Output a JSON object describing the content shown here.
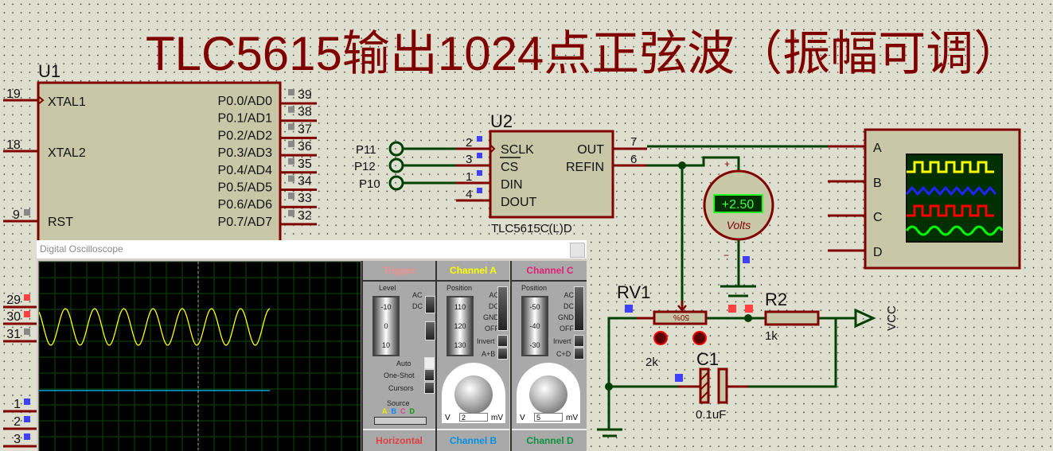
{
  "title": "TLC5615输出1024点正弦波（振幅可调）",
  "u1": {
    "ref": "U1",
    "left_pins": [
      {
        "num": "19",
        "name": "XTAL1"
      },
      {
        "num": "18",
        "name": "XTAL2"
      },
      {
        "num": "9",
        "name": "RST"
      }
    ],
    "right_pins": [
      {
        "num": "39",
        "name": "P0.0/AD0"
      },
      {
        "num": "38",
        "name": "P0.1/AD1"
      },
      {
        "num": "37",
        "name": "P0.2/AD2"
      },
      {
        "num": "36",
        "name": "P0.3/AD3"
      },
      {
        "num": "35",
        "name": "P0.4/AD4"
      },
      {
        "num": "34",
        "name": "P0.5/AD5"
      },
      {
        "num": "33",
        "name": "P0.6/AD6"
      },
      {
        "num": "32",
        "name": "P0.7/AD7"
      }
    ],
    "lower_pins": [
      "29",
      "30",
      "31",
      "1",
      "2",
      "3"
    ]
  },
  "u2": {
    "ref": "U2",
    "part": "TLC5615C(L)D",
    "left_pins": [
      {
        "num": "2",
        "name": "SCLK"
      },
      {
        "num": "3",
        "name": "CS"
      },
      {
        "num": "1",
        "name": "DIN"
      },
      {
        "num": "4",
        "name": "DOUT"
      }
    ],
    "right_pins": [
      {
        "num": "7",
        "name": "OUT"
      },
      {
        "num": "6",
        "name": "REFIN"
      }
    ],
    "terminals": [
      "P11",
      "P12",
      "P10"
    ]
  },
  "voltmeter": {
    "reading": "+2.50",
    "unit": "Volts",
    "plus": "+",
    "minus": "−"
  },
  "virtual_scope": {
    "channels": [
      "A",
      "B",
      "C",
      "D"
    ]
  },
  "rv1": {
    "ref": "RV1",
    "value": "2k",
    "position": "50%"
  },
  "r2": {
    "ref": "R2",
    "value": "1k"
  },
  "c1": {
    "ref": "C1",
    "value": "0.1uF"
  },
  "vcc": "VCC",
  "oscilloscope": {
    "window_title": "Digital Oscilloscope",
    "trigger": {
      "header": "Trigger",
      "level_label": "Level",
      "drum": [
        "-10",
        "0",
        "10"
      ],
      "ac": "AC",
      "dc": "DC",
      "auto": "Auto",
      "oneshot": "One-Shot",
      "cursors": "Cursors",
      "source_label": "Source",
      "sources": [
        "A",
        "B",
        "C",
        "D"
      ],
      "footer": "Horizontal"
    },
    "channel_a": {
      "header": "Channel A",
      "position_label": "Position",
      "drum": [
        "110",
        "120",
        "130"
      ],
      "modes": [
        "AC",
        "DC",
        "GND",
        "OFF"
      ],
      "invert": "Invert",
      "combine": "A+B",
      "scale_value": "2",
      "unit_v": "V",
      "unit_mv": "mV",
      "footer": "Channel B"
    },
    "channel_c": {
      "header": "Channel C",
      "position_label": "Position",
      "drum": [
        "-50",
        "-40",
        "-30"
      ],
      "modes": [
        "AC",
        "DC",
        "GND",
        "OFF"
      ],
      "invert": "Invert",
      "combine": "C+D",
      "scale_value": "5",
      "unit_v": "V",
      "unit_mv": "mV",
      "footer": "Channel D"
    }
  },
  "colors": {
    "wire": "#004000",
    "component": "#800000",
    "body": "#c8c8a8",
    "ch_a": "#ffff00",
    "ch_b": "#00c8ff",
    "ch_c": "#e0207a",
    "ch_d": "#109040"
  }
}
